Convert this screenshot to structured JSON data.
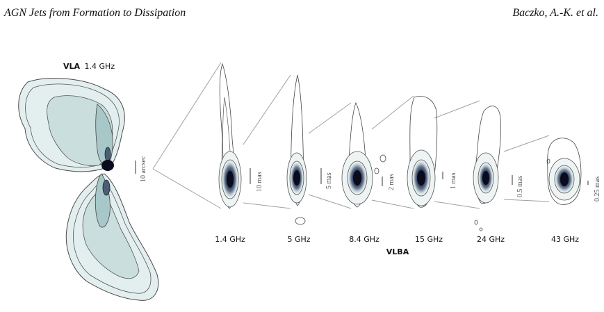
{
  "header": {
    "title": "AGN Jets from Formation to Dissipation",
    "authors": "Baczko, A.-K. et al."
  },
  "figure": {
    "vla_label_bold": "VLA",
    "vla_label_freq": "1.4 GHz",
    "vla_scale": "10 arcsec",
    "vlba_label": "VLBA",
    "panels": [
      {
        "freq": "1.4 GHz",
        "scale": "10 mas"
      },
      {
        "freq": "5 GHz",
        "scale": "5 mas"
      },
      {
        "freq": "8.4 GHz",
        "scale": "2 mas"
      },
      {
        "freq": "15 GHz",
        "scale": "1 mas"
      },
      {
        "freq": "24 GHz",
        "scale": "0.5 mas"
      },
      {
        "freq": "43 GHz",
        "scale": "0.25 mas"
      }
    ]
  },
  "colors": {
    "fill_light": "#e3efee",
    "fill_mid": "#a8c7c8",
    "fill_dark": "#4a5e78",
    "core": "#0b0b1e",
    "contour": "#3a3a3a",
    "guide": "#a0a0a0"
  }
}
